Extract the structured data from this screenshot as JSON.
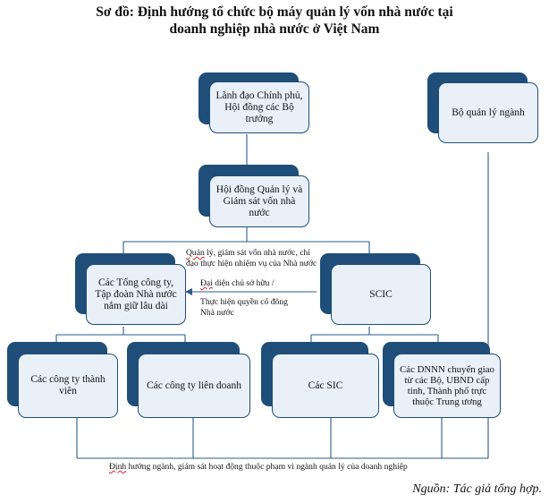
{
  "title": {
    "line1": "Sơ đồ: Định hướng tổ chức bộ máy quản lý vốn nhà nước tại",
    "line2": "doanh nghiệp nhà nước ở Việt Nam"
  },
  "nodes": {
    "government": "Lãnh đạo Chính phủ, Hội đồng các Bộ trưởng",
    "ministry": "Bộ quản lý ngành",
    "council": "Hội đồng Quản lý và Giám sát vốn nhà nước",
    "corporations": "Các Tổng công ty, Tập đoàn Nhà nước nắm giữ lâu dài",
    "scic": "SCIC",
    "subsidiaries": "Các công ty thành viên",
    "joint_ventures": "Các công ty liên doanh",
    "sic": "Các SIC",
    "local_soes": "Các DNNN chuyển giao từ các Bộ, UBND cấp tỉnh, Thành phố trực thuộc Trung ương"
  },
  "annotations": {
    "manage_word": "Quản",
    "manage_rest": " lý, giám sát vốn nhà nước, chỉ",
    "manage_line2": "đạo thực hiện nhiệm vụ của Nhà nước",
    "owner_word": "Đại",
    "owner_rest": " diện chủ sở hữu /",
    "rights_line1": "Thực hiện quyền cổ đông",
    "rights_line2": "Nhà nước",
    "oversight_word": "Định",
    "oversight_rest": " hướng ngành, giám sát hoạt động thuộc phạm vi ngành quản lý của doanh nghiệp"
  },
  "source": "Nguồn: Tác giả tổng hợp.",
  "colors": {
    "box_fill": "#eaf0f8",
    "box_shadow": "#1f4e79",
    "connector": "#2e5b8a"
  }
}
